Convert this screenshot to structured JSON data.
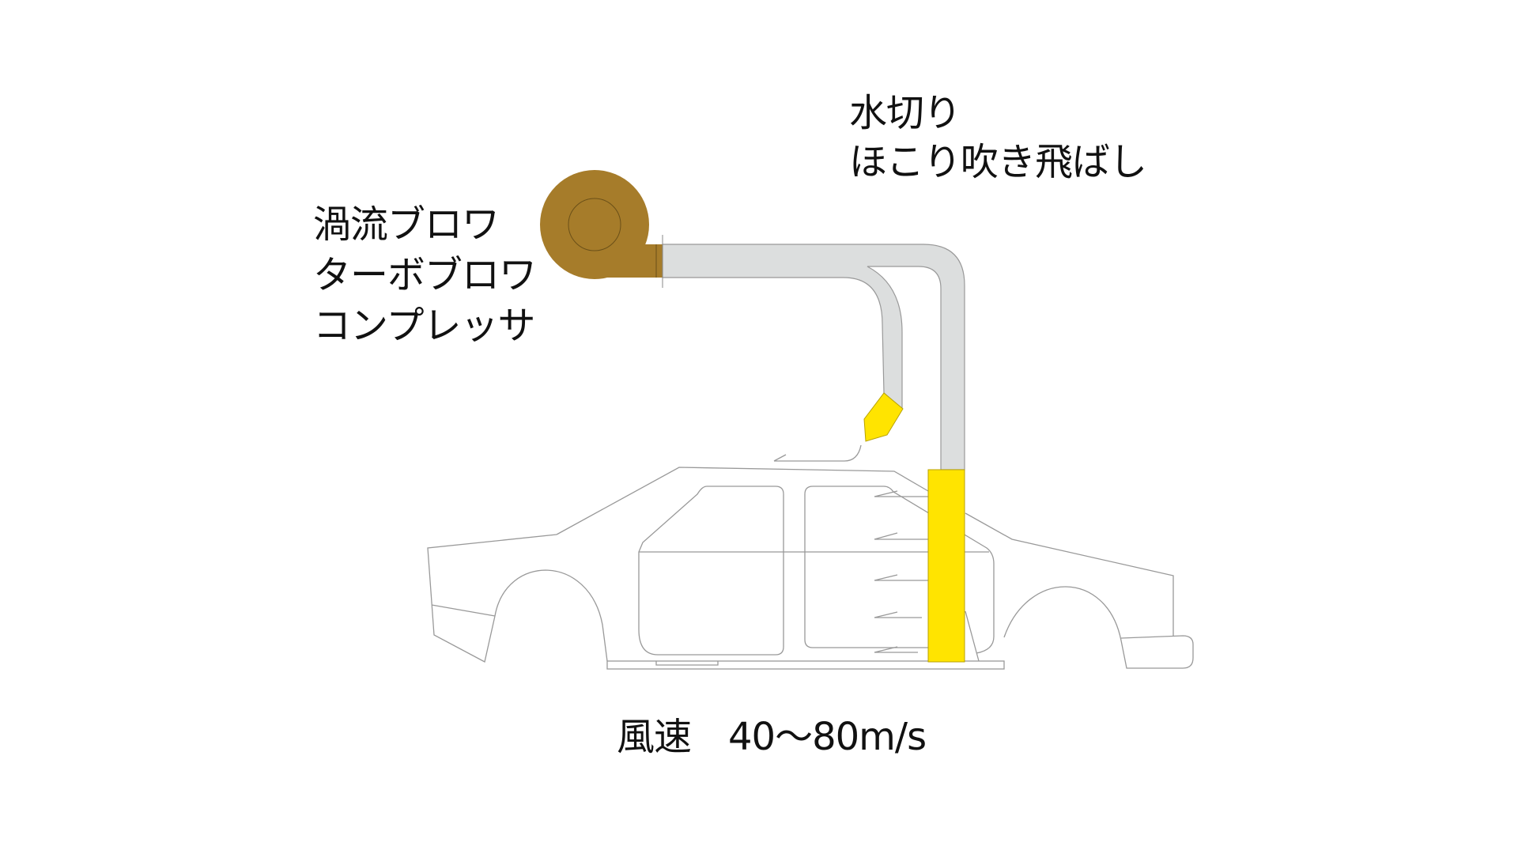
{
  "labels": {
    "source_lines": [
      "渦流ブロワ",
      "ターボブロワ",
      "コンプレッサ"
    ],
    "purpose_lines": [
      "水切り",
      "ほこり吹き飛ばし"
    ],
    "speed": "風速　40〜80m/s"
  },
  "colors": {
    "blower": "#A67C2A",
    "pipe": "#DCDEDE",
    "nozzle": "#FFE400",
    "outline": "#9A9A9A"
  }
}
